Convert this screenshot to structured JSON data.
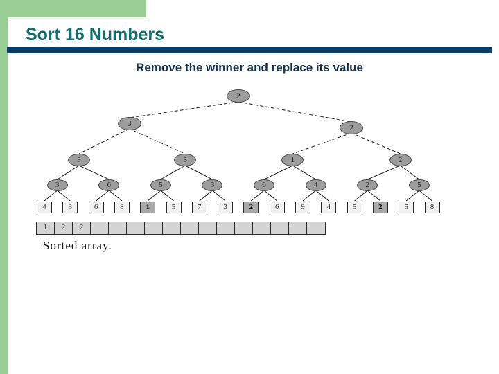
{
  "slide": {
    "title": "Sort 16 Numbers",
    "subtitle": "Remove the winner and replace its value",
    "caption": "Sorted array.",
    "colors": {
      "accent_green": "#9ACD94",
      "title_teal": "#126E6E",
      "rule_navy": "#0B3D67",
      "subtitle_navy": "#14304F",
      "node_gray": "#9D9D9D",
      "leaf_fill": "#F2F2F2",
      "leaf_shaded": "#A9A9A9",
      "array_fill": "#D4D4D4"
    }
  },
  "tournament_tree": {
    "levels": [
      {
        "level": 1,
        "name": "root",
        "values": [
          "2"
        ]
      },
      {
        "level": 2,
        "name": "level-2",
        "values": [
          "3",
          "2"
        ]
      },
      {
        "level": 3,
        "name": "level-3",
        "values": [
          "3",
          "3",
          "1",
          "2"
        ]
      },
      {
        "level": 4,
        "name": "level-4",
        "values": [
          "3",
          "6",
          "5",
          "3",
          "6",
          "4",
          "2",
          "5"
        ]
      }
    ],
    "leaves": [
      {
        "value": "4",
        "shaded": false
      },
      {
        "value": "3",
        "shaded": false
      },
      {
        "value": "6",
        "shaded": false
      },
      {
        "value": "8",
        "shaded": false
      },
      {
        "value": "1",
        "shaded": true
      },
      {
        "value": "5",
        "shaded": false
      },
      {
        "value": "7",
        "shaded": false
      },
      {
        "value": "3",
        "shaded": false
      },
      {
        "value": "2",
        "shaded": true
      },
      {
        "value": "6",
        "shaded": false
      },
      {
        "value": "9",
        "shaded": false
      },
      {
        "value": "4",
        "shaded": false
      },
      {
        "value": "5",
        "shaded": false
      },
      {
        "value": "2",
        "shaded": true
      },
      {
        "value": "5",
        "shaded": false
      },
      {
        "value": "8",
        "shaded": false
      }
    ]
  },
  "sorted_array": {
    "cells": [
      "1",
      "2",
      "2",
      "",
      "",
      "",
      "",
      "",
      "",
      "",
      "",
      "",
      "",
      "",
      "",
      ""
    ],
    "filled_count": 3,
    "total_cells": 16
  }
}
